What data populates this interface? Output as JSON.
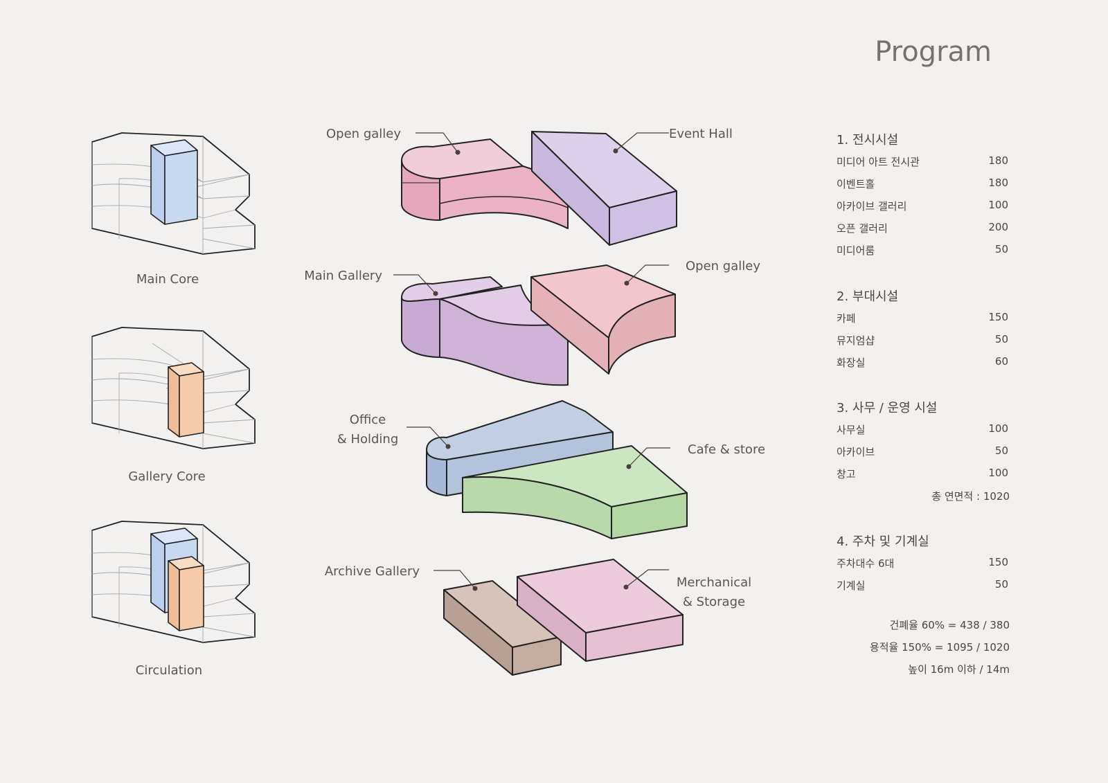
{
  "title": "Program",
  "cores": [
    {
      "label": "Main Core"
    },
    {
      "label": "Gallery Core"
    },
    {
      "label": "Circulation"
    }
  ],
  "program_labels": {
    "open_galley_1": "Open galley",
    "event_hall": "Event Hall",
    "main_gallery": "Main Gallery",
    "open_galley_2": "Open galley",
    "office_line1": "Office",
    "office_line2": "& Holding",
    "cafe_store": "Cafe & store",
    "archive_gallery": "Archive Gallery",
    "mechanical_line1": "Merchanical",
    "mechanical_line2": "& Storage"
  },
  "colors": {
    "main_core": "#c9d9f0",
    "gallery_core": "#f5cba9",
    "open_galley": "#e9aec3",
    "event_hall": "#d5c6e6",
    "main_gallery": "#d7bfdf",
    "open_galley_2": "#ebbfc3",
    "office": "#b6c6de",
    "cafe": "#c8e2bc",
    "archive": "#cfb9ad",
    "mechanical": "#e9c6da"
  },
  "sections": [
    {
      "heading": "1. 전시시설",
      "items": [
        {
          "name": "미디어 아트 전시관",
          "value": "180"
        },
        {
          "name": "이벤트홀",
          "value": "180"
        },
        {
          "name": "아카이브 갤러리",
          "value": "100"
        },
        {
          "name": "오픈 갤러리",
          "value": "200"
        },
        {
          "name": "미디어룸",
          "value": "50"
        }
      ]
    },
    {
      "heading": "2. 부대시설",
      "items": [
        {
          "name": "카페",
          "value": "150"
        },
        {
          "name": "뮤지엄샵",
          "value": "50"
        },
        {
          "name": "화장실",
          "value": "60"
        }
      ]
    },
    {
      "heading": "3. 사무 / 운영 시설",
      "items": [
        {
          "name": "사무실",
          "value": "100"
        },
        {
          "name": "아카이브",
          "value": "50"
        },
        {
          "name": "창고",
          "value": "100"
        }
      ],
      "total": "총 연면적 :  1020"
    },
    {
      "heading": "4. 주차 및 기계실",
      "items": [
        {
          "name": "주차대수 6대",
          "value": "150"
        },
        {
          "name": "기계실",
          "value": "50"
        }
      ]
    }
  ],
  "ratios": [
    "건폐율 60% = 438 / 380",
    "용적율 150% = 1095 / 1020",
    "높이 16m 이하 / 14m"
  ]
}
